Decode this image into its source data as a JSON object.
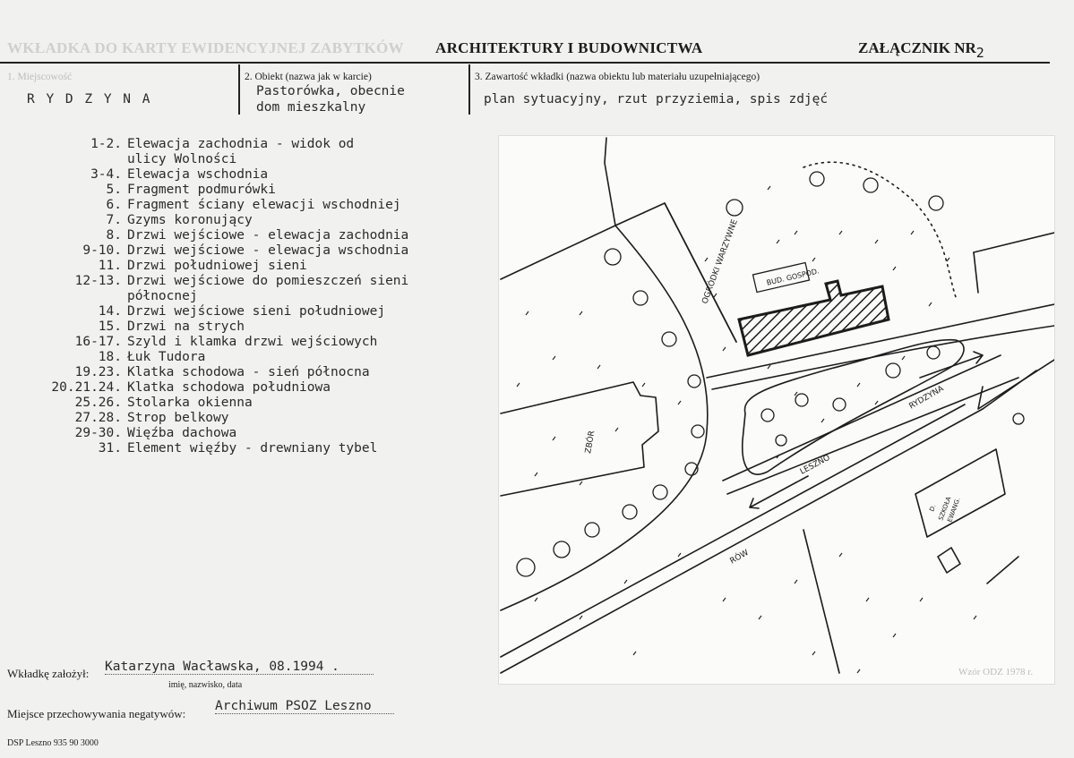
{
  "header": {
    "faint_title": "WKŁADKA DO KARTY EWIDENCYJNEJ ZABYTKÓW",
    "title": "ARCHITEKTURY I BUDOWNICTWA",
    "annex_label": "ZAŁĄCZNIK NR",
    "annex_number": "2"
  },
  "fields": {
    "location_label": "1. Miejscowość",
    "location_value": "R Y D Z Y N A",
    "object_label": "2. Obiekt (nazwa jak w karcie)",
    "object_value_1": "Pastorówka, obecnie",
    "object_value_2": "dom mieszkalny",
    "contents_label": "3. Zawartość wkładki (nazwa obiektu lub materiału uzupełniającego)",
    "contents_value": "plan sytuacyjny, rzut przyziemia, spis zdjęć"
  },
  "photos": [
    {
      "num": "1-2.",
      "text": "Elewacja zachodnia - widok od"
    },
    {
      "num": "",
      "text": "ulicy Wolności"
    },
    {
      "num": "3-4.",
      "text": "Elewacja wschodnia"
    },
    {
      "num": "5.",
      "text": "Fragment podmurówki"
    },
    {
      "num": "6.",
      "text": "Fragment ściany elewacji wschodniej"
    },
    {
      "num": "7.",
      "text": "Gzyms koronujący"
    },
    {
      "num": "8.",
      "text": "Drzwi wejściowe - elewacja zachodnia"
    },
    {
      "num": "9-10.",
      "text": "Drzwi wejściowe - elewacja wschodnia"
    },
    {
      "num": "11.",
      "text": "Drzwi południowej sieni"
    },
    {
      "num": "12-13.",
      "text": "Drzwi wejściowe do pomieszczeń sieni"
    },
    {
      "num": "",
      "text": "północnej"
    },
    {
      "num": "14.",
      "text": "Drzwi wejściowe sieni południowej"
    },
    {
      "num": "15.",
      "text": "Drzwi na strych"
    },
    {
      "num": "16-17.",
      "text": "Szyld i klamka drzwi wejściowych"
    },
    {
      "num": "18.",
      "text": "Łuk Tudora"
    },
    {
      "num": "19.23.",
      "text": "Klatka schodowa - sień północna"
    },
    {
      "num": "20.21.24.",
      "text": "Klatka schodowa południowa"
    },
    {
      "num": "25.26.",
      "text": "Stolarka okienna"
    },
    {
      "num": "27.28.",
      "text": "Strop belkowy"
    },
    {
      "num": "29-30.",
      "text": "Więźba dachowa"
    },
    {
      "num": "31.",
      "text": "Element więźby - drewniany tybel"
    }
  ],
  "map": {
    "label_garden": "OGRÓDKI WARZYWNE",
    "label_farm": "BUD. GOSPOD.",
    "label_church": "ZBÓR",
    "label_rydzyna": "RYDZYNA",
    "label_leszno": "LESZNO",
    "label_ditch": "RÓW",
    "label_school_1": "D.",
    "label_school_2": "SZKOŁA",
    "label_school_3": "EWANG."
  },
  "footer": {
    "founder_label": "Wkładkę założył:",
    "founder_value": "Katarzyna Wacławska, 08.1994 .",
    "founder_caption": "imię, nazwisko, data",
    "storage_label": "Miejsce przechowywania negatywów:",
    "storage_value": "Archiwum PSOZ Leszno",
    "print_info": "DSP Leszno 935 90 3000",
    "model_info": "Wzór ODZ 1978 r."
  }
}
